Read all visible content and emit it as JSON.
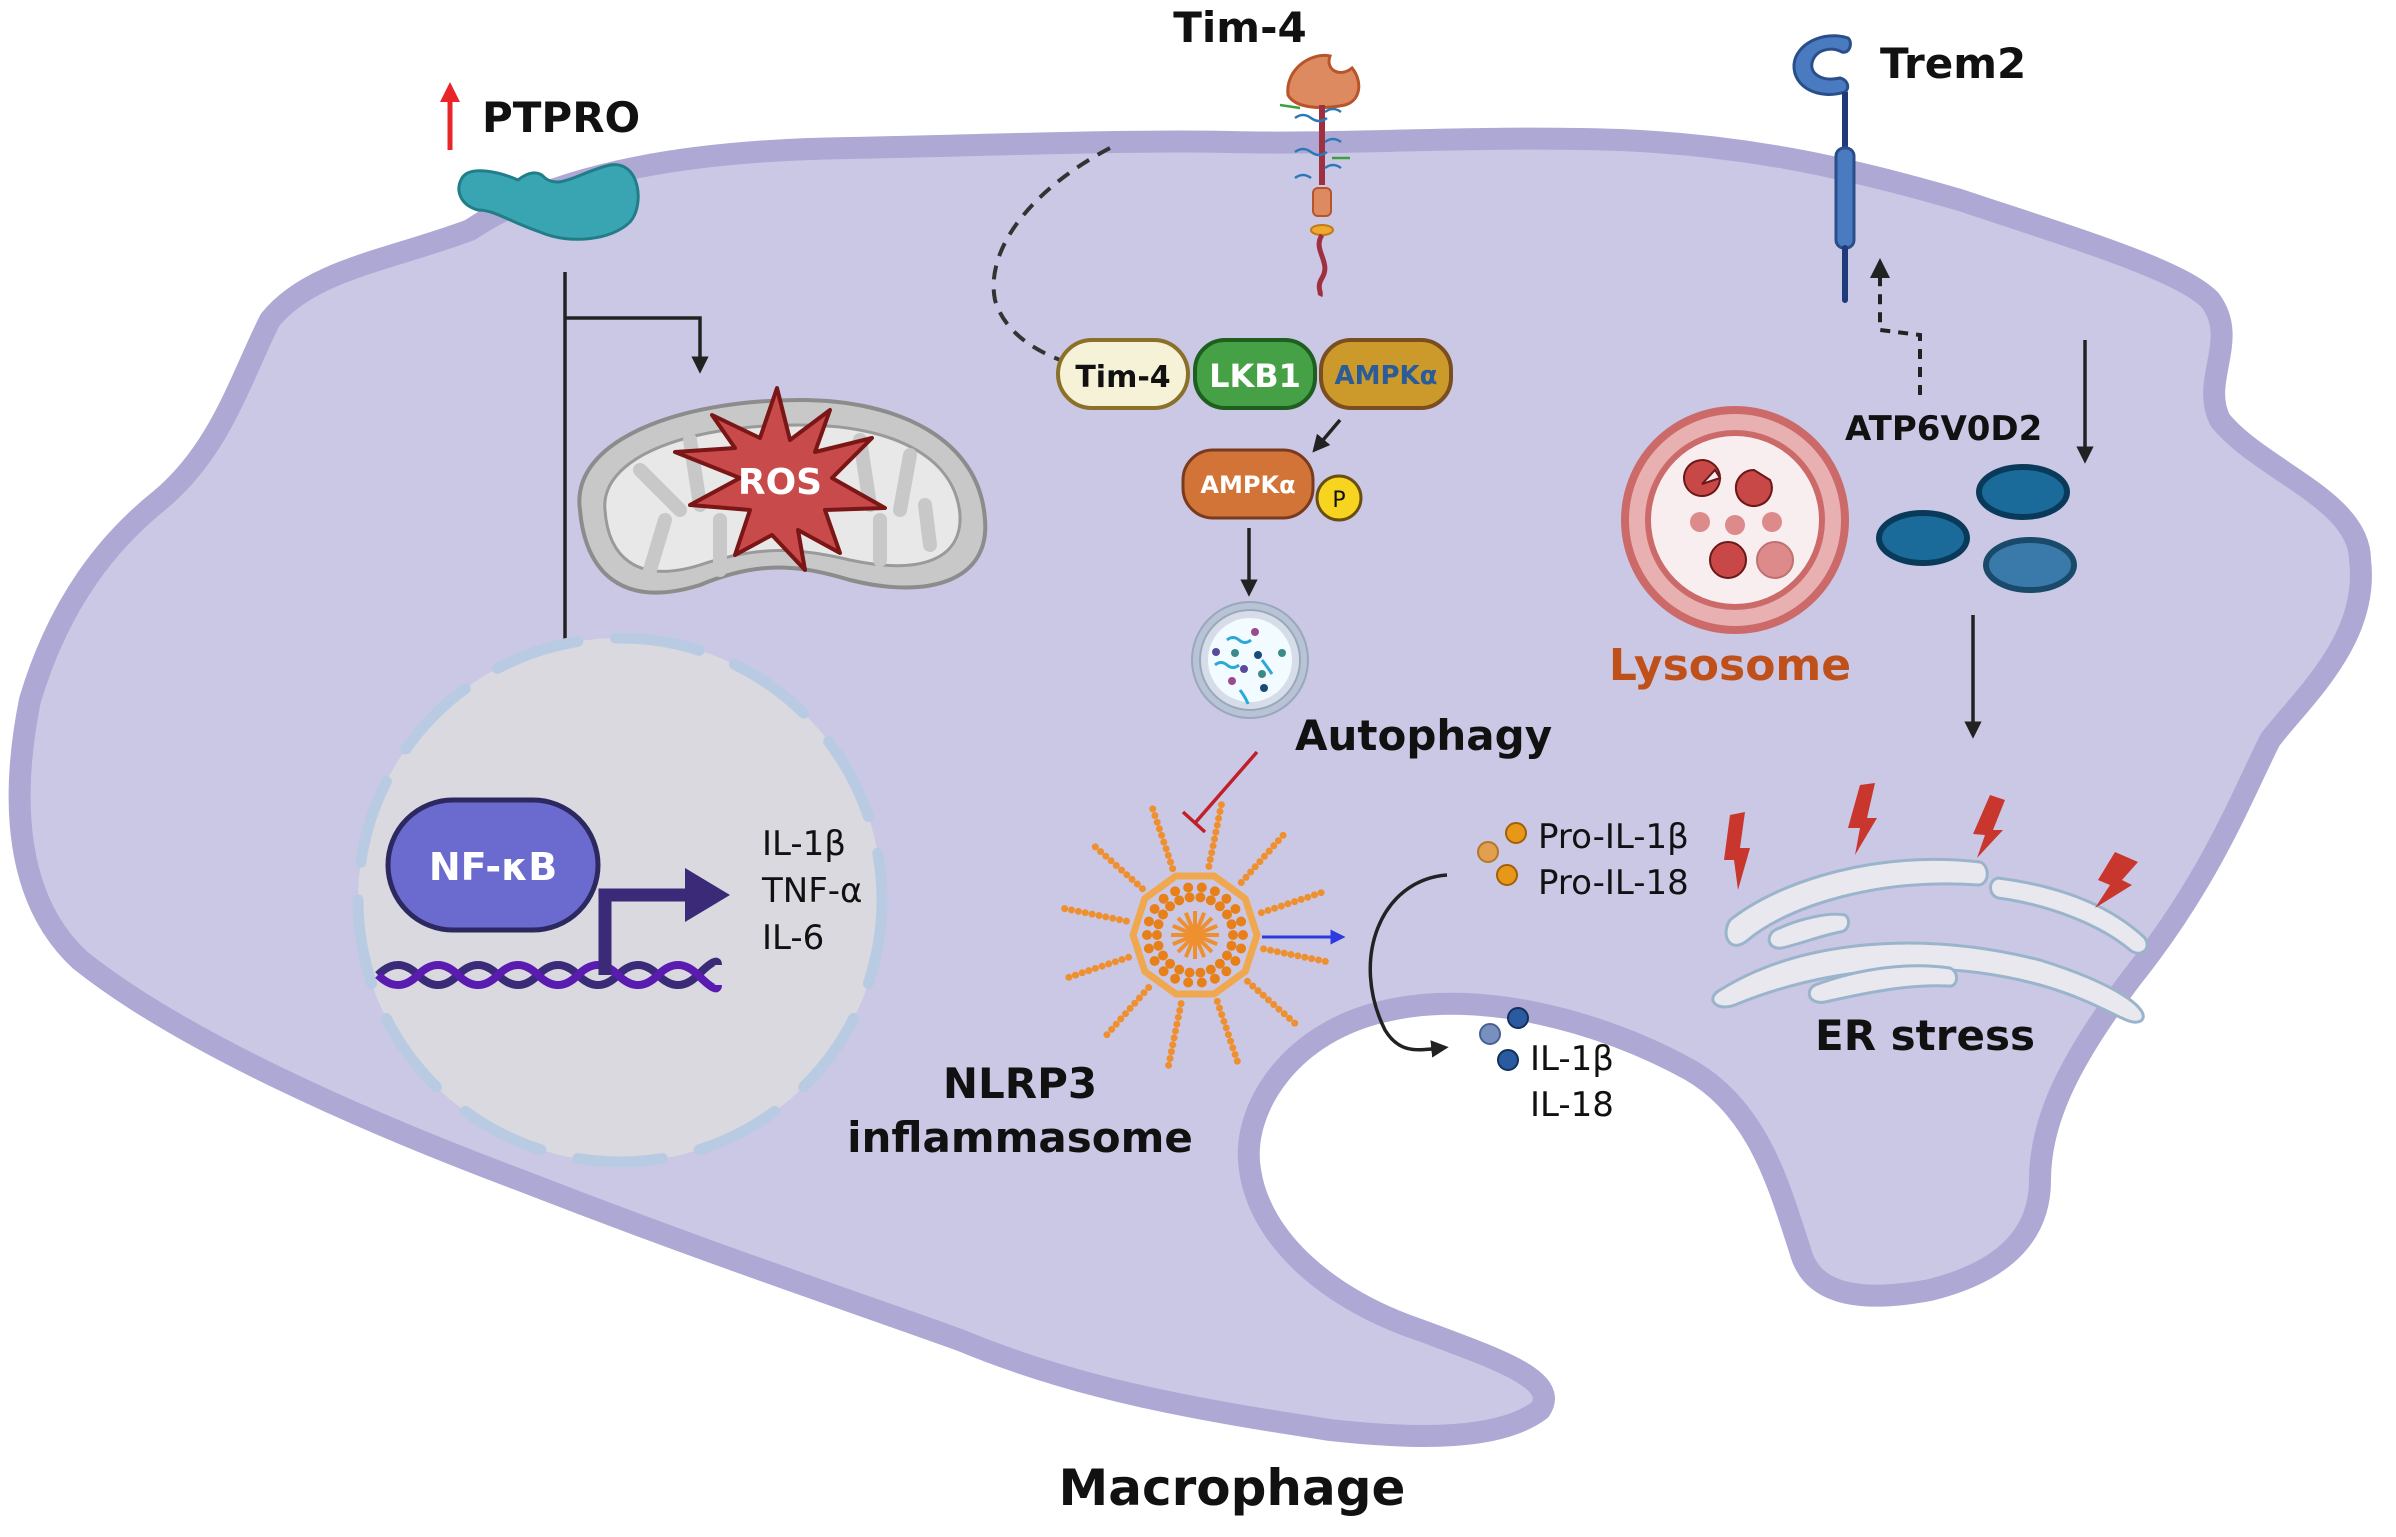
{
  "diagram": {
    "title": "Macrophage",
    "colors": {
      "cell_fill": "#cbc8e6",
      "cell_membrane": "#ada8d4",
      "nucleus_fill": "#d9d9df",
      "nuclear_envelope": "#b9cbe2",
      "arrow": "#222222",
      "inhibition": "#c0202a",
      "activation_blue": "#2b3be0",
      "upregulation": "#e8262a",
      "lysosome_label": "#c0501a"
    },
    "receptors": {
      "ptpro": {
        "label": "PTPRO",
        "indicator": "up-arrow"
      },
      "tim4": {
        "label": "Tim-4"
      },
      "trem2": {
        "label": "Trem2"
      }
    },
    "complex": {
      "members": [
        {
          "label": "Tim-4",
          "fill": "#f5f2d8",
          "text": "#111111"
        },
        {
          "label": "LKB1",
          "fill": "#46a046",
          "text": "#ffffff"
        },
        {
          "label": "AMPKα",
          "fill": "#cc9a2a",
          "text": "#2a5c9a"
        }
      ]
    },
    "phospho": {
      "label": "AMPKα",
      "badge": "P"
    },
    "organelles": {
      "mitochondrion": {
        "badge": "ROS"
      },
      "autophagy": {
        "label": "Autophagy"
      },
      "lysosome": {
        "label": "Lysosome"
      },
      "atp6v0d2": {
        "label": "ATP6V0D2"
      },
      "er": {
        "label": "ER stress"
      },
      "nlrp3": {
        "line1": "NLRP3",
        "line2": "inflammasome"
      }
    },
    "nucleus": {
      "factor": "NF-κB",
      "genes": [
        "IL-1β",
        "TNF-α",
        "IL-6"
      ]
    },
    "cytokines": {
      "precursors": [
        "Pro-IL-1β",
        "Pro-IL-18"
      ],
      "mature": [
        "IL-1β",
        "IL-18"
      ]
    }
  }
}
